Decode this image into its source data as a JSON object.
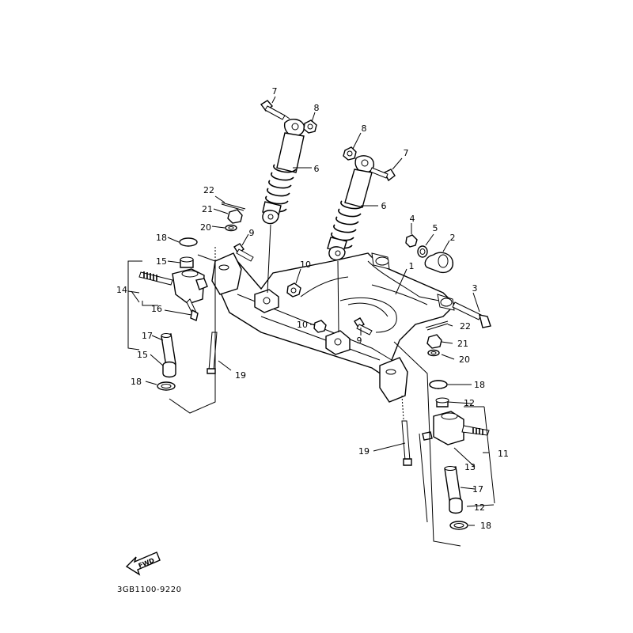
{
  "diagram": {
    "part_code": "3GB1100-9220",
    "fwd_label": "FWD",
    "callouts": {
      "c1": "1",
      "c2": "2",
      "c3": "3",
      "c4": "4",
      "c5": "5",
      "c6a": "6",
      "c6b": "6",
      "c7a": "7",
      "c7b": "7",
      "c8a": "8",
      "c8b": "8",
      "c9a": "9",
      "c9b": "9",
      "c10a": "10",
      "c10b": "10",
      "c11": "11",
      "c12a": "12",
      "c12b": "12",
      "c13": "13",
      "c14": "14",
      "c15a": "15",
      "c15b": "15",
      "c16": "16",
      "c17a": "17",
      "c17b": "17",
      "c18a": "18",
      "c18b": "18",
      "c18c": "18",
      "c18d": "18",
      "c19a": "19",
      "c19b": "19",
      "c20a": "20",
      "c20b": "20",
      "c21a": "21",
      "c21b": "21",
      "c22a": "22",
      "c22b": "22"
    }
  }
}
